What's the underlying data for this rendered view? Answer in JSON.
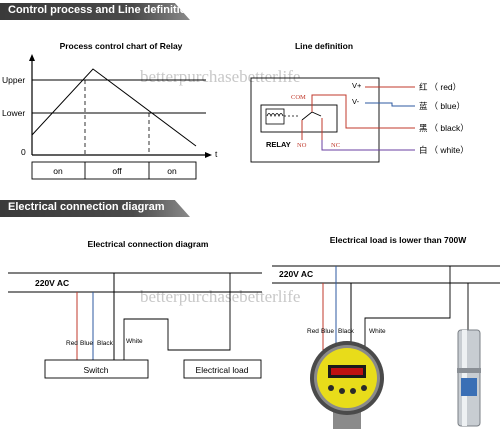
{
  "sections": {
    "control_process": "Control process  and Line definition",
    "electrical_connection": "Electrical connection diagram"
  },
  "relay_chart": {
    "title": "Process control chart of Relay",
    "y_labels": [
      "Upper",
      "Lower",
      "0"
    ],
    "x_label": "t",
    "states": [
      "on",
      "off",
      "on"
    ]
  },
  "line_definition": {
    "title": "Line definition",
    "terminals": [
      "V+",
      "V-"
    ],
    "relay_label": "RELAY",
    "contacts": {
      "com": "COM",
      "no": "NO",
      "nc": "NC"
    },
    "wires": [
      {
        "cn": "红",
        "en": "（ red）",
        "color": "#c0392b"
      },
      {
        "cn": "蓝",
        "en": "（ blue）",
        "color": "#2c5aa0"
      },
      {
        "cn": "黑",
        "en": "（ black）",
        "color": "#000000"
      },
      {
        "cn": "白",
        "en": "（ white）",
        "color": "#6a3fa0"
      }
    ]
  },
  "connection_diagram": {
    "title": "Electrical connection diagram",
    "supply": "220V AC",
    "wire_labels": [
      "Red",
      "Blue",
      "Black",
      "White"
    ],
    "switch_label": "Switch",
    "load_label": "Electrical load"
  },
  "load_diagram": {
    "title": "Electrical load is lower than 700W",
    "supply": "220V AC",
    "wire_labels": [
      "Red",
      "Blue",
      "Black",
      "White"
    ]
  },
  "watermark": "betterpurchasebetterlife"
}
